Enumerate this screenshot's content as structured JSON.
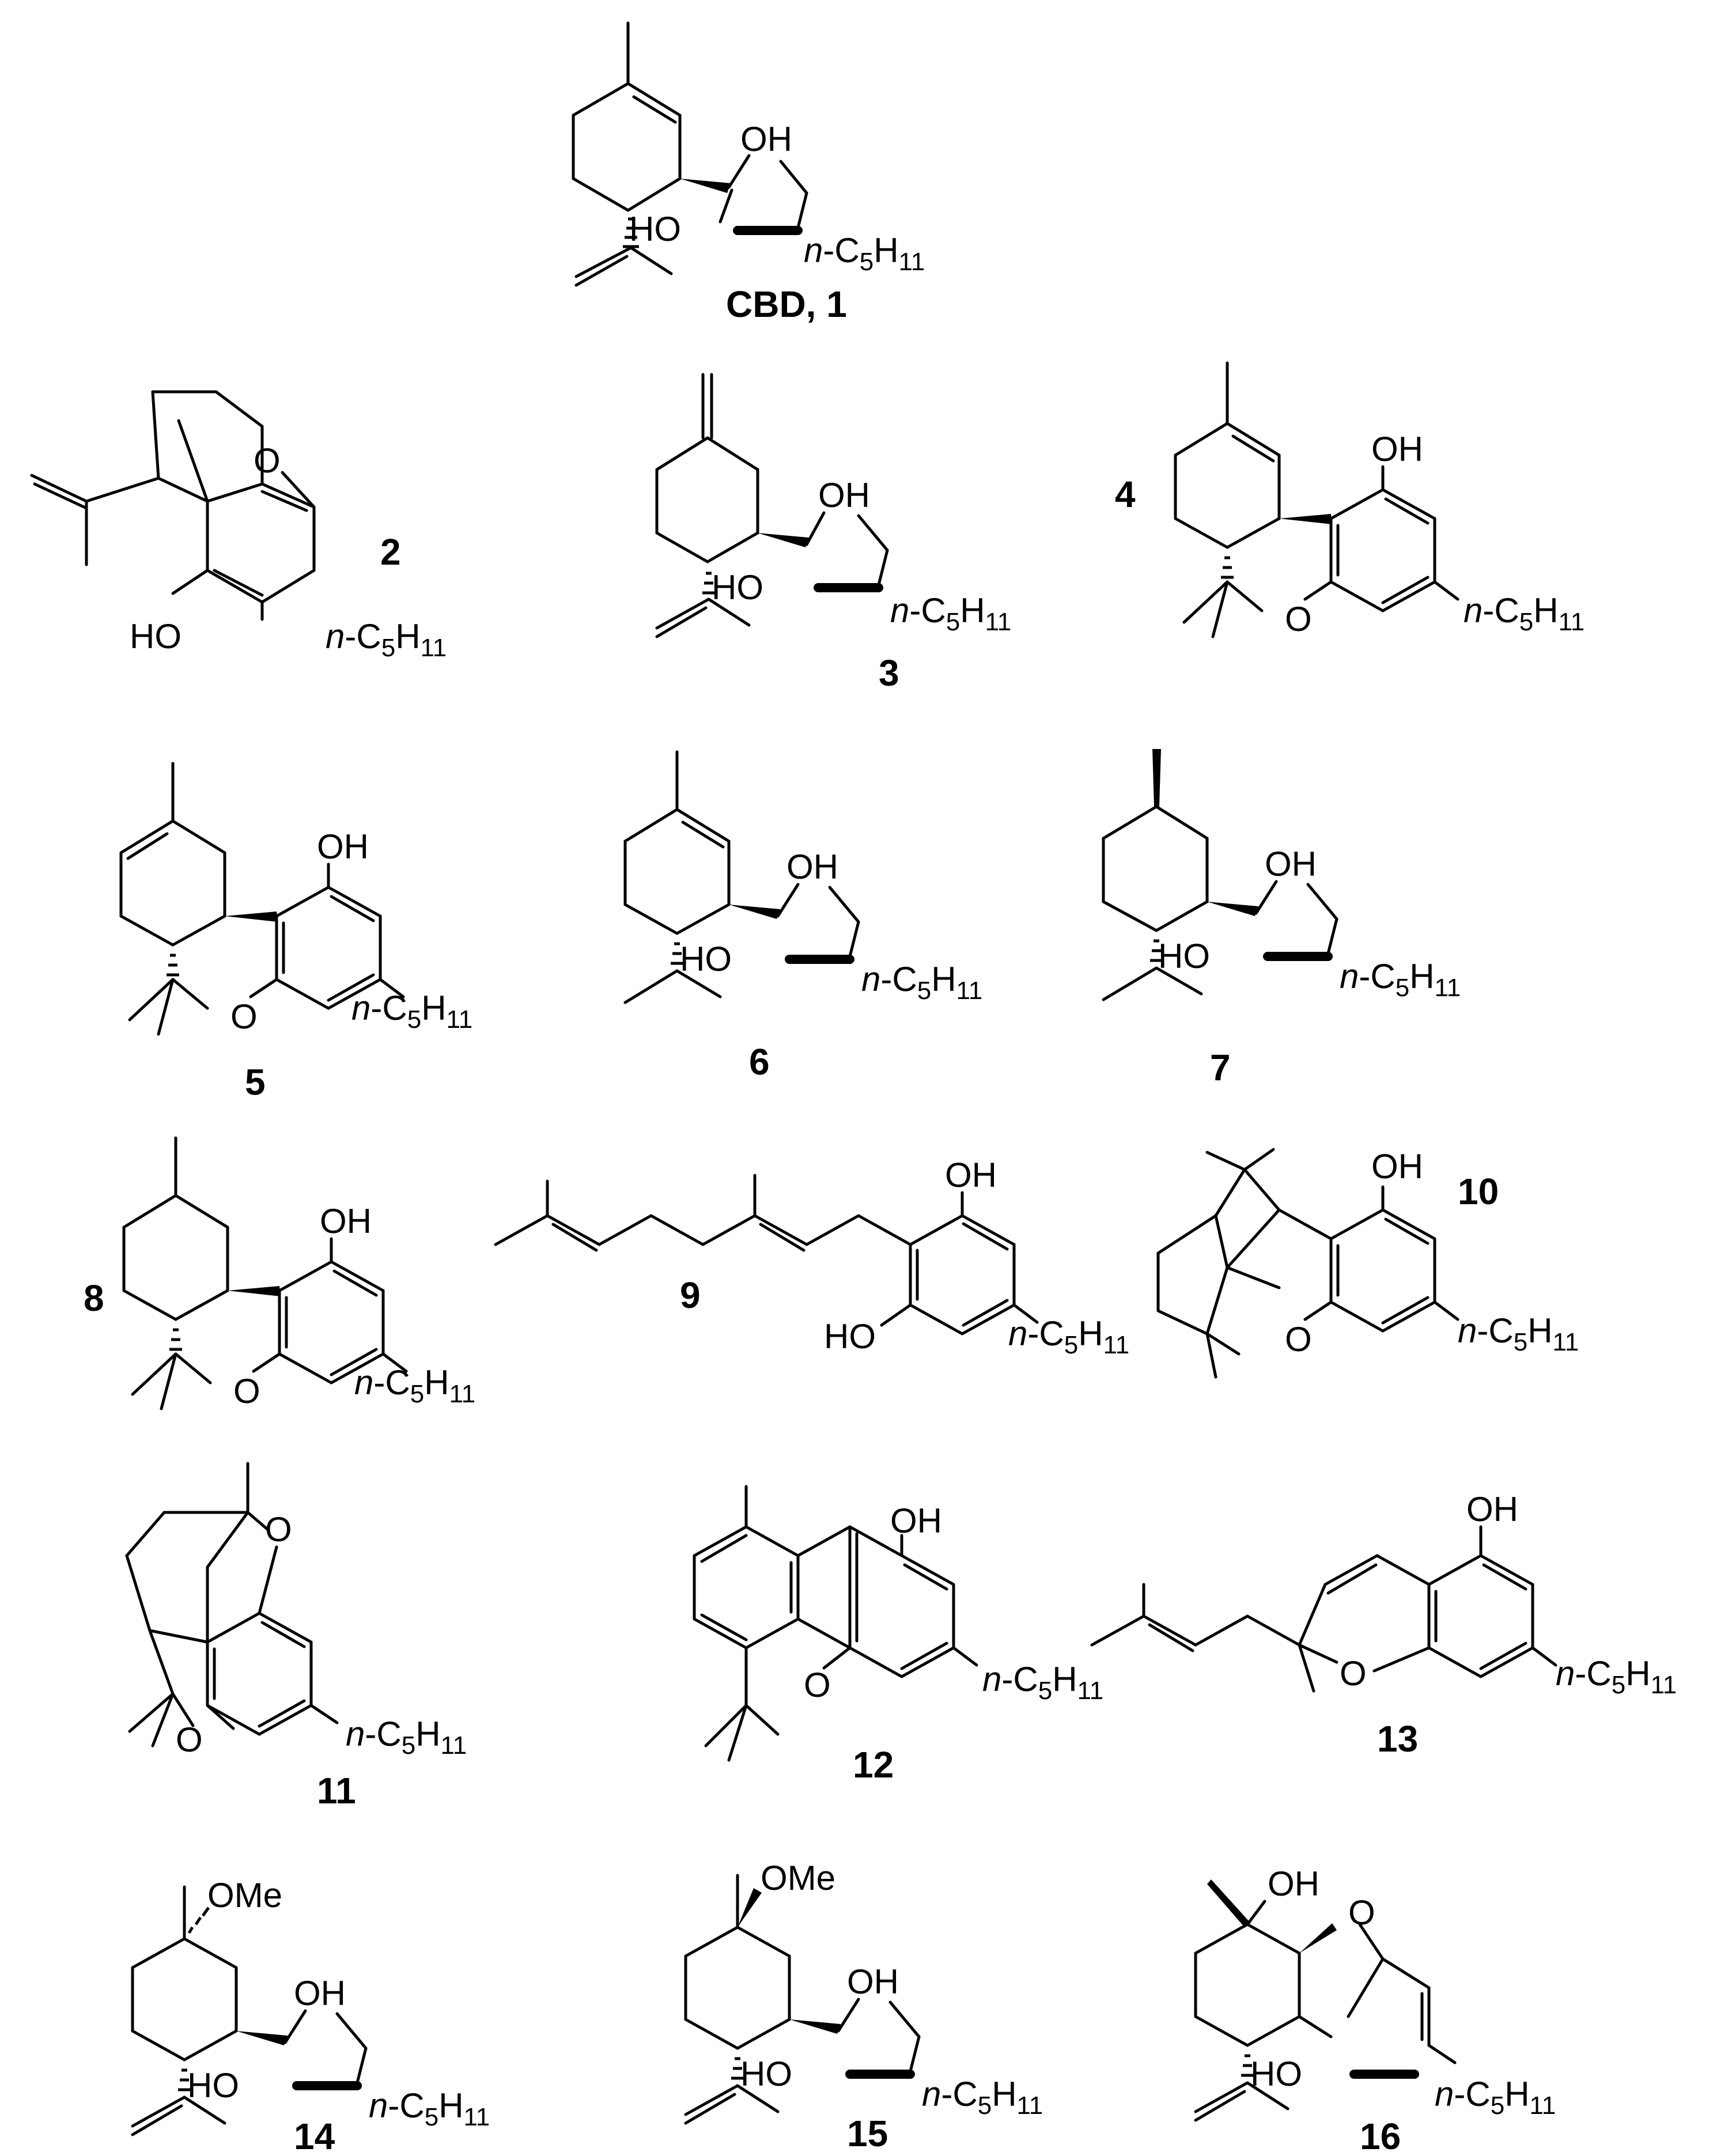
{
  "atoms": {
    "OH": "OH",
    "HO": "HO",
    "O": "O",
    "OMe": "OMe",
    "n": "n",
    "dash": "-",
    "C": "C",
    "five": "5",
    "H": "H",
    "eleven": "11"
  },
  "compounds": [
    {
      "id": "c1",
      "label": "CBD, 1"
    },
    {
      "id": "c2",
      "label": "2"
    },
    {
      "id": "c3",
      "label": "3"
    },
    {
      "id": "c4",
      "label": "4"
    },
    {
      "id": "c5",
      "label": "5"
    },
    {
      "id": "c6",
      "label": "6"
    },
    {
      "id": "c7",
      "label": "7"
    },
    {
      "id": "c8",
      "label": "8"
    },
    {
      "id": "c9",
      "label": "9"
    },
    {
      "id": "c10",
      "label": "10"
    },
    {
      "id": "c11",
      "label": "11"
    },
    {
      "id": "c12",
      "label": "12"
    },
    {
      "id": "c13",
      "label": "13"
    },
    {
      "id": "c14",
      "label": "14"
    },
    {
      "id": "c15",
      "label": "15"
    },
    {
      "id": "c16",
      "label": "16"
    }
  ]
}
